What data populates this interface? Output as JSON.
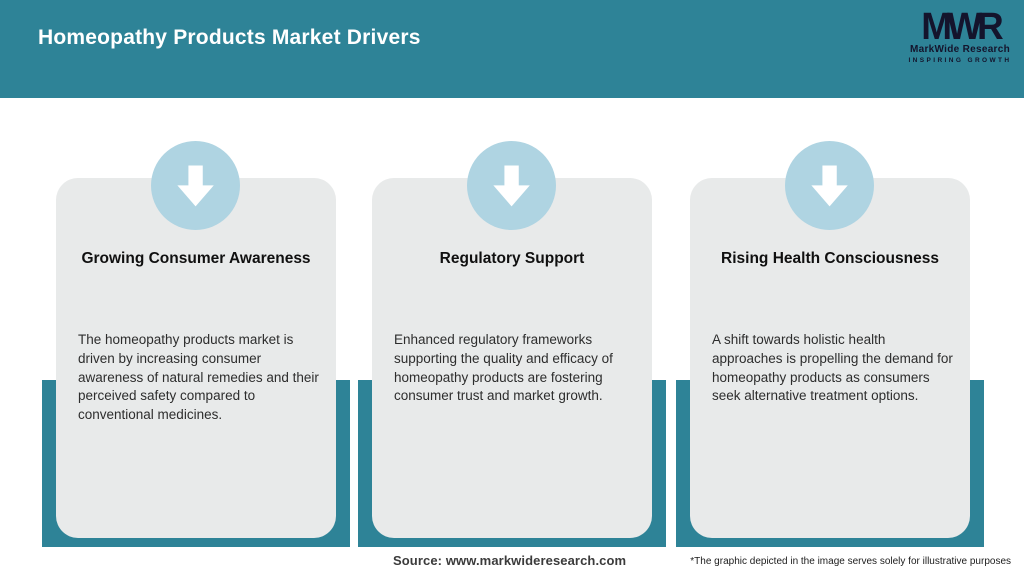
{
  "header": {
    "title": "Homeopathy Products Market Drivers",
    "logo": {
      "monogram": "MWR",
      "name": "MarkWide Research",
      "tagline": "INSPIRING GROWTH"
    }
  },
  "cards": [
    {
      "title": "Growing Consumer Awareness",
      "body": "The homeopathy products market is driven by increasing consumer awareness of natural remedies and their perceived safety compared to conventional medicines.",
      "icon": "down-arrow-icon"
    },
    {
      "title": "Regulatory Support",
      "body": "Enhanced regulatory frameworks supporting the quality and efficacy of homeopathy products are fostering consumer trust and market growth.",
      "icon": "down-arrow-icon"
    },
    {
      "title": "Rising Health Consciousness",
      "body": "A shift towards holistic health approaches is propelling the demand for homeopathy products as consumers seek alternative treatment options.",
      "icon": "down-arrow-icon"
    }
  ],
  "footer": {
    "source": "Source: www.markwideresearch.com",
    "disclaimer": "*The graphic depicted in the image serves solely for illustrative purposes"
  },
  "colors": {
    "teal": "#2e8397",
    "icon_circle_blue": "#afd4e2",
    "card_background": "#e8eaea",
    "title_text": "#ffffff",
    "logo_navy": "#14142c"
  }
}
